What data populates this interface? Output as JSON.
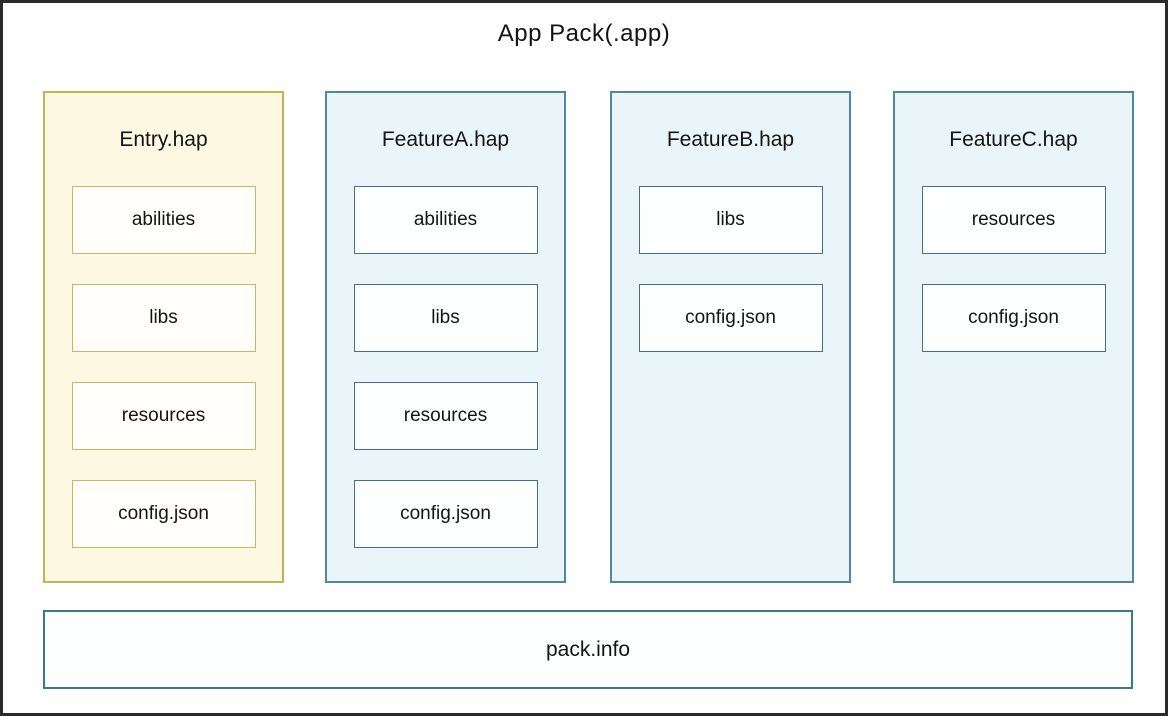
{
  "title": "App Pack(.app)",
  "packs": [
    {
      "name": "Entry.hap",
      "theme": "yellow",
      "items": [
        "abilities",
        "libs",
        "resources",
        "config.json"
      ]
    },
    {
      "name": "FeatureA.hap",
      "theme": "blue",
      "items": [
        "abilities",
        "libs",
        "resources",
        "config.json"
      ]
    },
    {
      "name": "FeatureB.hap",
      "theme": "blue",
      "items": [
        "libs",
        "config.json"
      ]
    },
    {
      "name": "FeatureC.hap",
      "theme": "blue",
      "items": [
        "resources",
        "config.json"
      ]
    }
  ],
  "footer": {
    "label": "pack.info"
  },
  "colors": {
    "entry_panel_bg": "#fcf8e1",
    "entry_panel_border": "#c5b254",
    "feature_panel_bg": "#e9f5f9",
    "feature_panel_border": "#4e87a0",
    "pack_info_border": "#38798b",
    "outer_frame_border": "#2a2a2a"
  }
}
